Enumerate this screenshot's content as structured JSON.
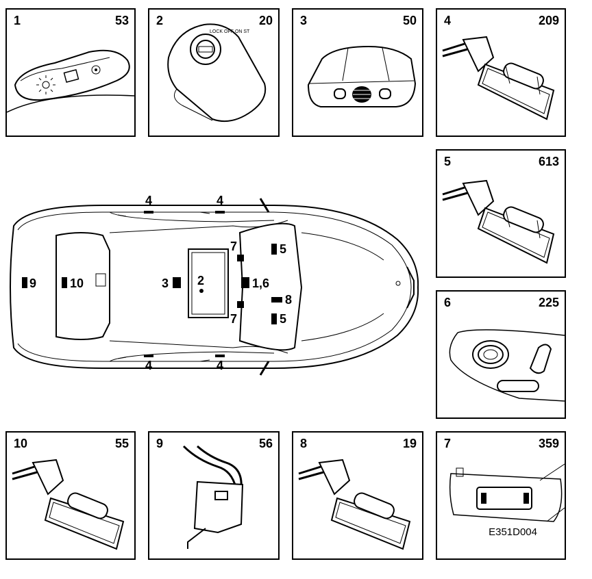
{
  "panels": [
    {
      "num": "1",
      "code": "53",
      "icon": "interior-light-switch-icon"
    },
    {
      "num": "2",
      "code": "20",
      "icon": "ignition-switch-icon"
    },
    {
      "num": "3",
      "code": "50",
      "icon": "roof-console-light-icon"
    },
    {
      "num": "4",
      "code": "209",
      "icon": "lamp-connector-icon"
    },
    {
      "num": "5",
      "code": "613",
      "icon": "lamp-connector-icon"
    },
    {
      "num": "6",
      "code": "225",
      "icon": "lighter-socket-icon"
    },
    {
      "num": "10",
      "code": "55",
      "icon": "lamp-connector-icon"
    },
    {
      "num": "9",
      "code": "56",
      "icon": "connector-plug-icon"
    },
    {
      "num": "8",
      "code": "19",
      "icon": "lamp-connector-icon"
    },
    {
      "num": "7",
      "code": "359",
      "icon": "sun-visor-mirror-icon"
    }
  ],
  "car_labels": {
    "door_front_left": "4",
    "door_rear_left": "4",
    "door_front_right": "4",
    "door_rear_right": "4",
    "visor_top": "7",
    "visor_bottom": "7",
    "footwell_top": "5",
    "footwell_bottom": "5",
    "ignition": "2",
    "console": "3",
    "switch": "1,6",
    "glovebox": "8",
    "trunk": "10",
    "rear": "9"
  },
  "figure_code": "E351D004"
}
